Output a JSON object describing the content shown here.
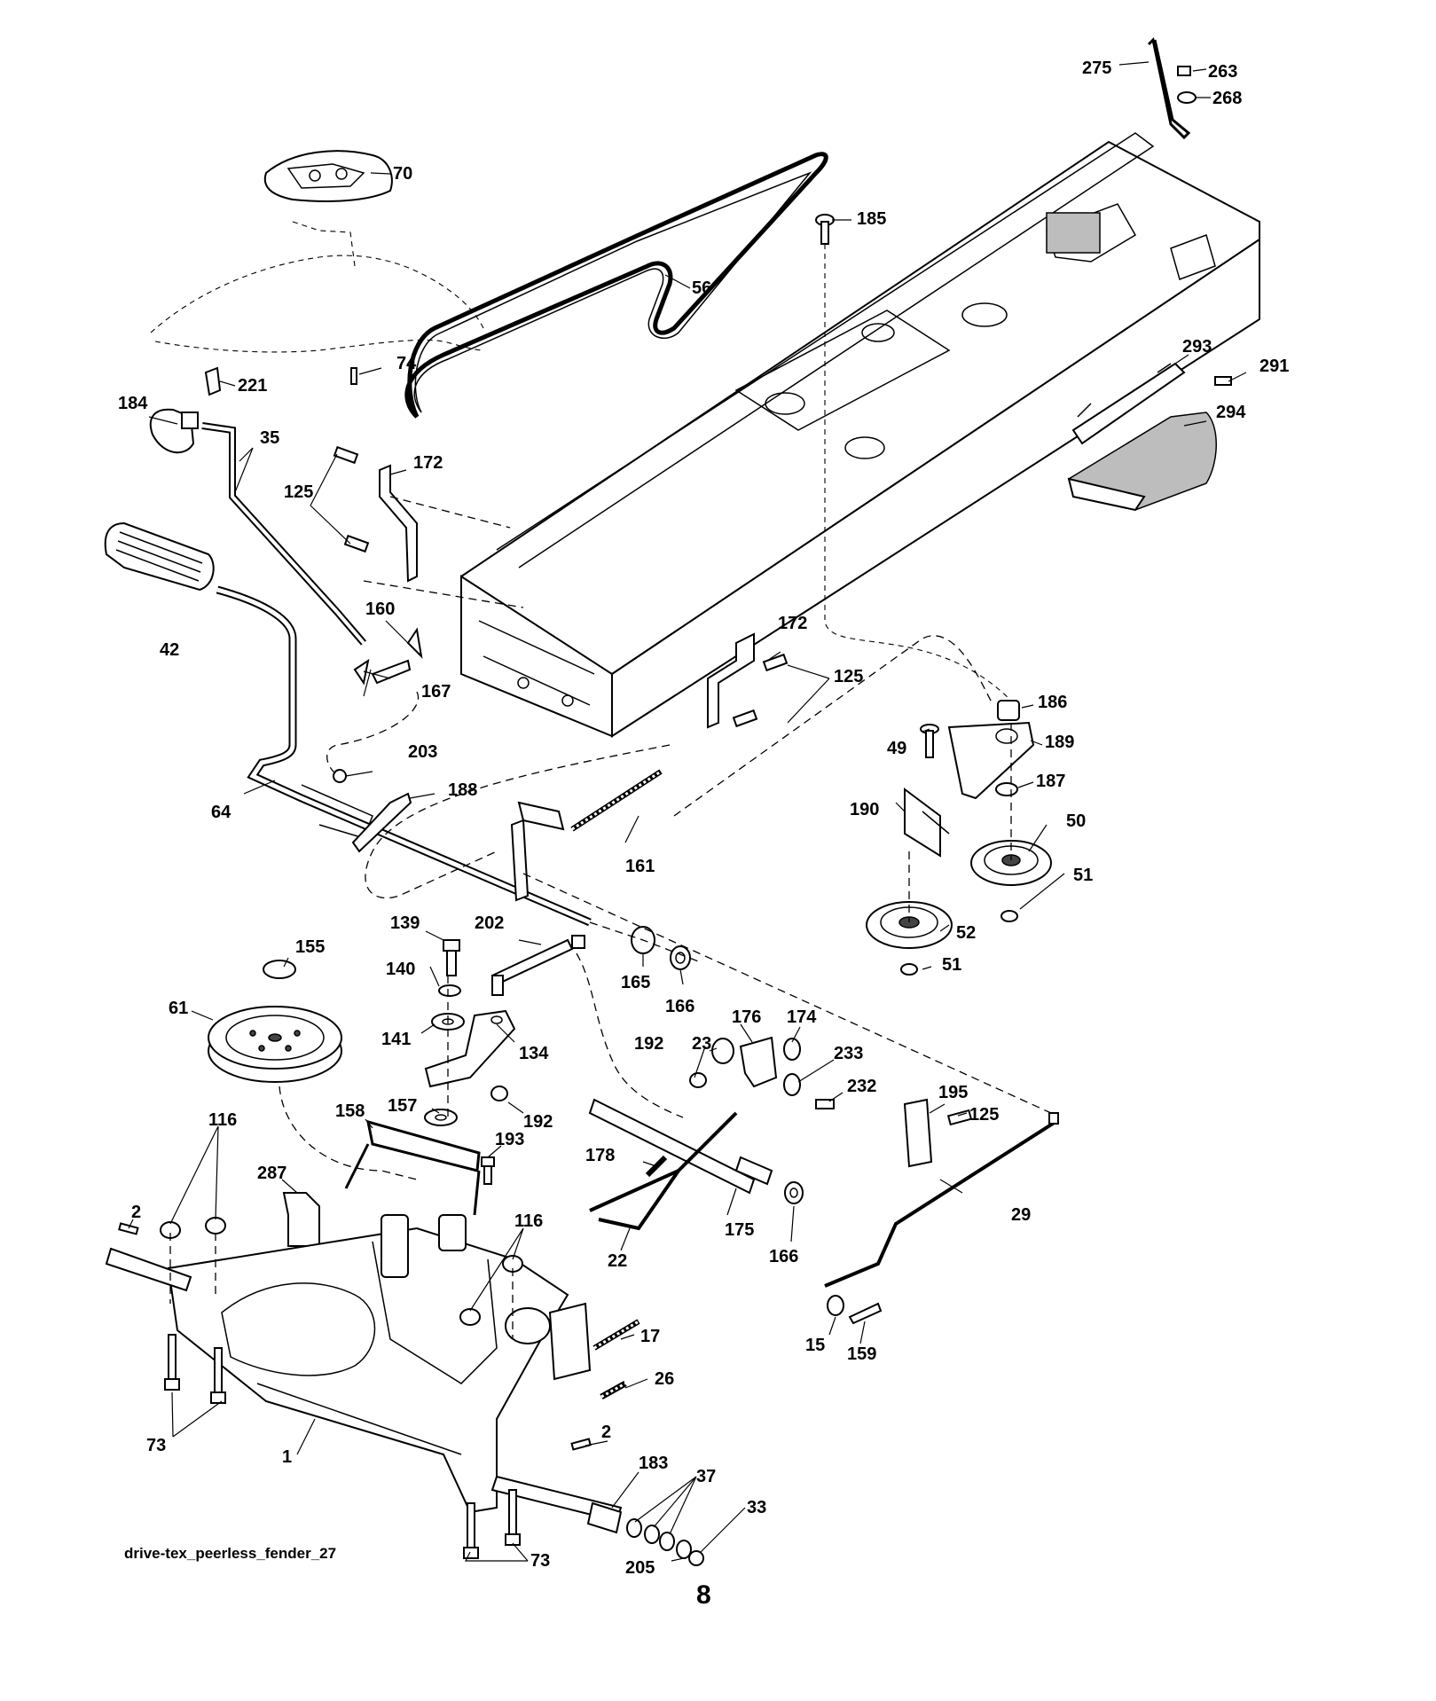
{
  "diagram": {
    "caption": "drive-tex_peerless_fender_27",
    "page_number": "8",
    "callouts": [
      "275",
      "263",
      "268",
      "70",
      "185",
      "56",
      "74",
      "221",
      "184",
      "35",
      "293",
      "291",
      "294",
      "172",
      "125",
      "42",
      "160",
      "167",
      "172",
      "125",
      "186",
      "49",
      "189",
      "203",
      "188",
      "64",
      "187",
      "50",
      "190",
      "161",
      "51",
      "52",
      "51",
      "139",
      "202",
      "155",
      "140",
      "165",
      "166",
      "61",
      "141",
      "134",
      "192",
      "23",
      "176",
      "174",
      "233",
      "232",
      "157",
      "192",
      "158",
      "193",
      "195",
      "125",
      "178",
      "287",
      "116",
      "2",
      "116",
      "29",
      "175",
      "166",
      "22",
      "17",
      "15",
      "159",
      "26",
      "73",
      "1",
      "2",
      "183",
      "37",
      "33",
      "73",
      "205"
    ]
  }
}
